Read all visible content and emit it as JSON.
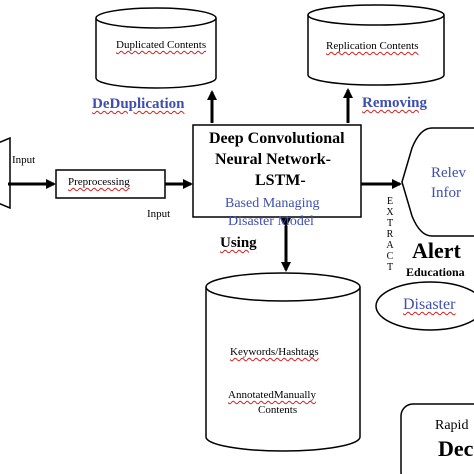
{
  "colors": {
    "accent_blue": "#3f4fb0",
    "spellcheck_red": "#d32020",
    "stroke": "#000000",
    "background": "#ffffff"
  },
  "nodes": {
    "duplicated": "Duplicated Contents",
    "replication": "Replication Contents",
    "model_title_1": "Deep Convolutional",
    "model_title_2": "Neural Network-",
    "model_title_3": "LSTM-",
    "model_sub_1": "Based Managing",
    "model_sub_2": "Disaster Model",
    "preprocessing": "Preprocessing",
    "keywords": "Keywords/Hashtags",
    "annotated_1": "AnnotatedManually",
    "annotated_2": "Contents",
    "relevant_1": "Relev",
    "relevant_2": "Infor",
    "disaster": "Disaster",
    "rapid_1": "Rapid",
    "rapid_2": "Dec"
  },
  "labels": {
    "deduplication": "DeDuplication",
    "removing": "Removing",
    "input_left": "Input",
    "input_bottom": "Input",
    "using": "Using",
    "extract_letters": [
      "E",
      "X",
      "T",
      "R",
      "A",
      "C",
      "T"
    ],
    "alert": "Alert",
    "education": "Educationa"
  }
}
